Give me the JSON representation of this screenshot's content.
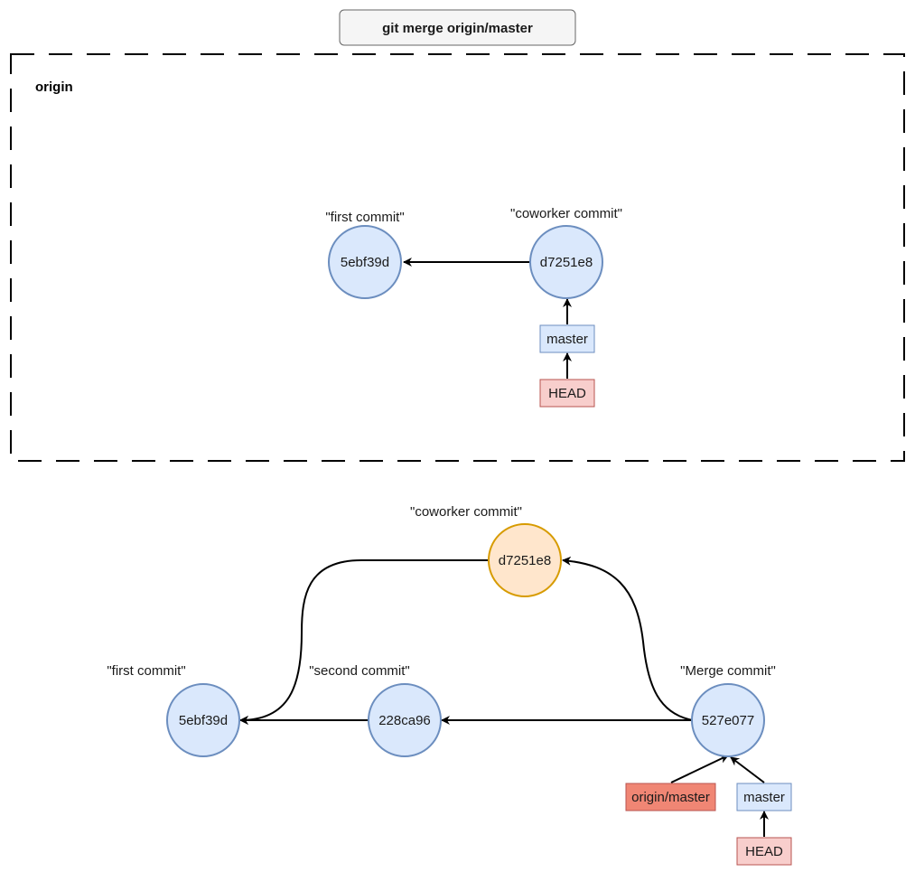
{
  "title": "git merge origin/master",
  "origin": {
    "label": "origin",
    "commits": [
      {
        "id": "c1",
        "hash": "5ebf39d",
        "message": "\"first commit\"",
        "variant": "normal"
      },
      {
        "id": "c2",
        "hash": "d7251e8",
        "message": "\"coworker commit\"",
        "variant": "normal"
      }
    ],
    "refs": [
      {
        "id": "r1",
        "label": "master",
        "variant": "branch"
      },
      {
        "id": "r2",
        "label": "HEAD",
        "variant": "head"
      }
    ]
  },
  "local": {
    "commits": [
      {
        "id": "c1",
        "hash": "5ebf39d",
        "message": "\"first commit\"",
        "variant": "normal"
      },
      {
        "id": "c2",
        "hash": "228ca96",
        "message": "\"second commit\"",
        "variant": "normal"
      },
      {
        "id": "c3",
        "hash": "d7251e8",
        "message": "\"coworker commit\"",
        "variant": "remote"
      },
      {
        "id": "c4",
        "hash": "527e077",
        "message": "\"Merge commit\"",
        "variant": "normal"
      }
    ],
    "refs": [
      {
        "id": "r1",
        "label": "origin/master",
        "variant": "remote-branch"
      },
      {
        "id": "r2",
        "label": "master",
        "variant": "branch"
      },
      {
        "id": "r3",
        "label": "HEAD",
        "variant": "head"
      }
    ]
  },
  "colors": {
    "commit_fill": "#dae8fc",
    "commit_stroke": "#6c8ebf",
    "remote_commit_fill": "#ffe6cc",
    "remote_commit_stroke": "#d79b00",
    "branch_fill": "#dae8fc",
    "branch_stroke": "#6c8ebf",
    "head_fill": "#f8cecc",
    "head_stroke": "#b85450",
    "remote_branch_fill": "#f08674",
    "remote_branch_stroke": "#b85450",
    "title_fill": "#f5f5f5",
    "title_stroke": "#666666",
    "edge": "#000000"
  }
}
